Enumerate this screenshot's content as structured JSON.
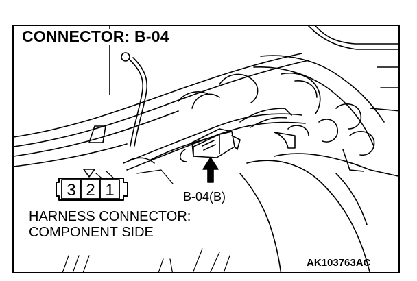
{
  "title": "CONNECTOR: B-04",
  "callout_label": "B-04(B)",
  "harness_line1": "HARNESS CONNECTOR:",
  "harness_line2": "COMPONENT SIDE",
  "figure_code": "AK103763AC",
  "connector_pins": [
    "3",
    "2",
    "1"
  ],
  "colors": {
    "line": "#000000",
    "background": "#ffffff"
  }
}
